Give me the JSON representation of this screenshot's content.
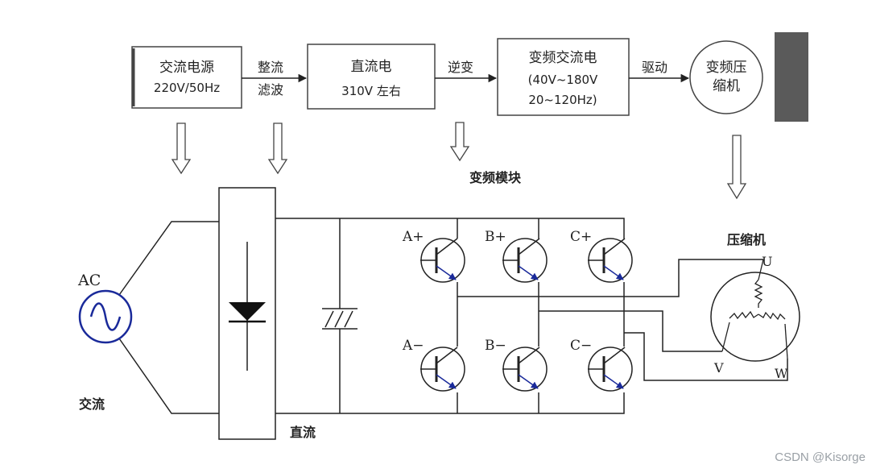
{
  "flow": {
    "box_ac": [
      "交流电源",
      "220V/50Hz"
    ],
    "box_dc": [
      "直流电",
      "310V 左右"
    ],
    "box_vf": [
      "变频交流电",
      "(40V~180V",
      "20~120Hz)"
    ],
    "motor": [
      "变频压",
      "缩机"
    ],
    "arrow_rectify": [
      "整流",
      "滤波"
    ],
    "arrow_invert": "逆变",
    "arrow_drive": "驱动"
  },
  "circuit": {
    "module_label": "变频模块",
    "ac_source_label": "AC",
    "ac_label": "交流",
    "dc_label": "直流",
    "compressor_label": "压缩机",
    "transistors": [
      {
        "label": "A+"
      },
      {
        "label": "B+"
      },
      {
        "label": "C+"
      },
      {
        "label": "A−"
      },
      {
        "label": "B−"
      },
      {
        "label": "C−"
      }
    ],
    "phases": {
      "u": "U",
      "v": "V",
      "w": "W"
    }
  },
  "watermark": "CSDN @Kisorge"
}
